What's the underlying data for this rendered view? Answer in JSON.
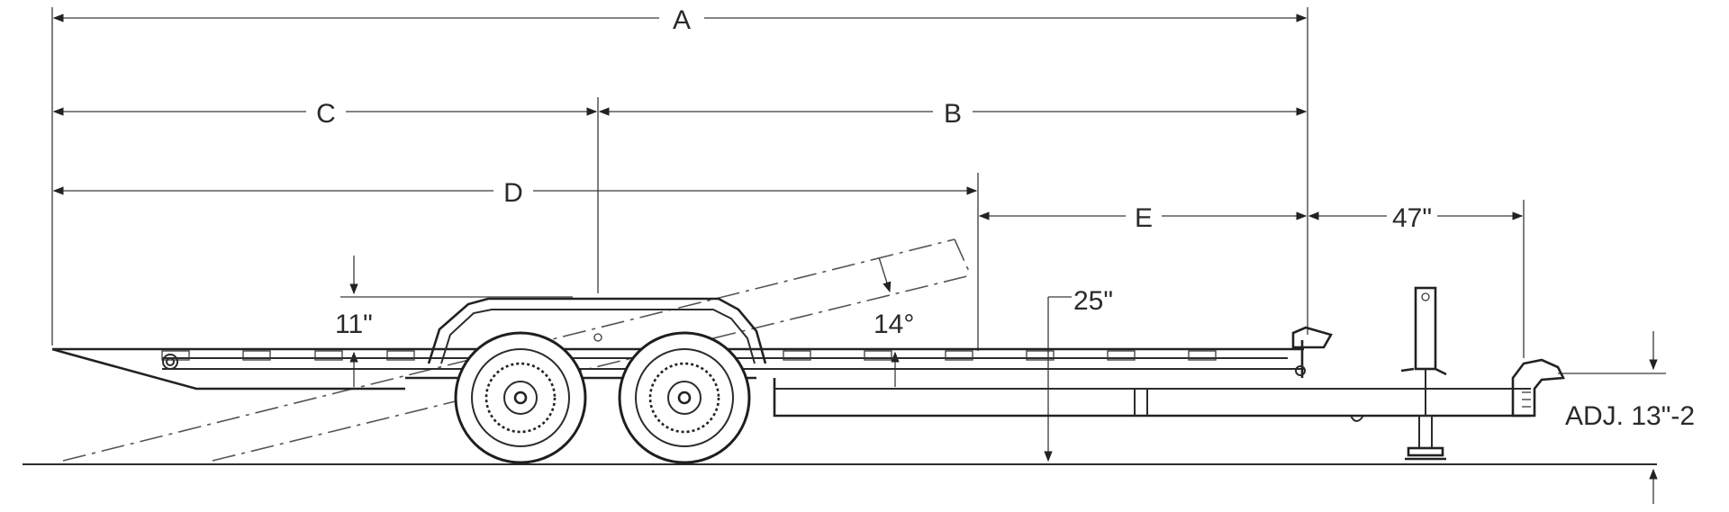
{
  "drawing": {
    "dimensions": {
      "A": "A",
      "B": "B",
      "C": "C",
      "D": "D",
      "E": "E",
      "tongue": "47\"",
      "side_height": "11\"",
      "tilt_angle": "14°",
      "deck_height": "25\"",
      "coupler_height": "ADJ. 13\"-2"
    },
    "colors": {
      "line": "#2b2b2b",
      "background": "#ffffff"
    }
  }
}
